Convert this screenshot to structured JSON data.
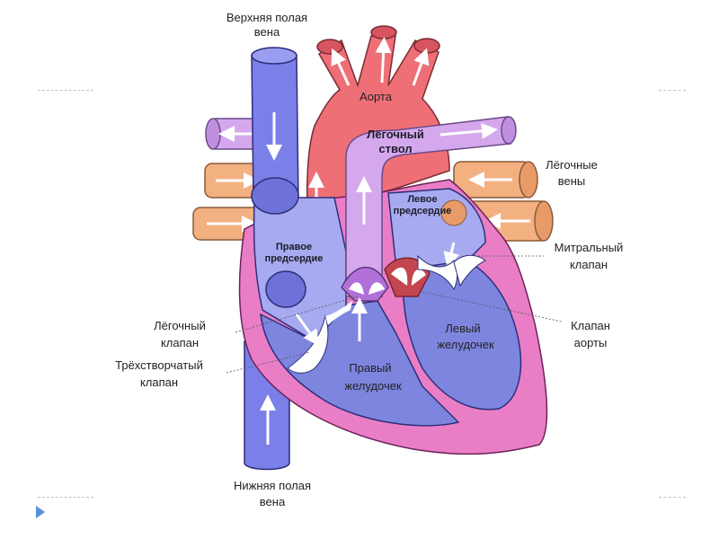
{
  "labels": {
    "svc_1": "Верхняя полая",
    "svc_2": "вена",
    "aorta": "Аорта",
    "pulm_trunk_1": "Лёгочный",
    "pulm_trunk_2": "ствол",
    "pulm_veins_1": "Лёгочные",
    "pulm_veins_2": "вены",
    "left_atrium_1": "Левое",
    "left_atrium_2": "предсердие",
    "right_atrium_1": "Правое",
    "right_atrium_2": "предсердие",
    "mitral_1": "Митральный",
    "mitral_2": "клапан",
    "aortic_valve_1": "Клапан",
    "aortic_valve_2": "аорты",
    "pulm_valve_1": "Лёгочный",
    "pulm_valve_2": "клапан",
    "tricuspid_1": "Трёхстворчатый",
    "tricuspid_2": "клапан",
    "left_vent_1": "Левый",
    "left_vent_2": "желудочек",
    "right_vent_1": "Правый",
    "right_vent_2": "желудочек",
    "ivc_1": "Нижняя полая",
    "ivc_2": "вена"
  },
  "colors": {
    "vena_cava": "#7b7fe8",
    "right_chamber": "#a7aaf0",
    "aorta": "#ef6f77",
    "pulm_artery": "#d5a8ee",
    "pulm_vein": "#f3b081",
    "myocardium": "#e97ec7",
    "left_chamber": "#7e85df",
    "valve": "#ffffff"
  }
}
